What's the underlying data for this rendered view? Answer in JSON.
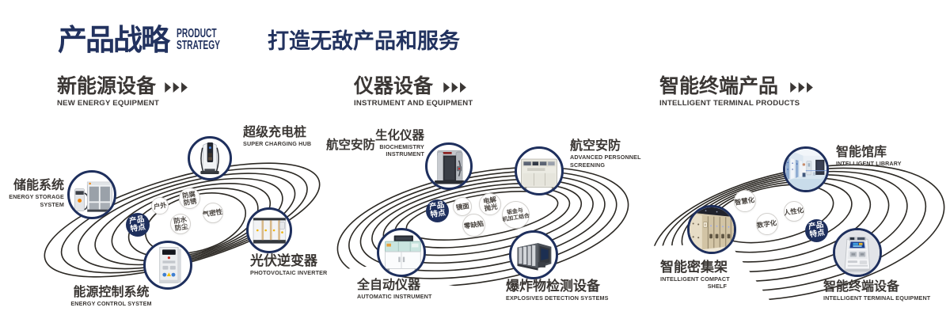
{
  "colors": {
    "navy": "#1e2f5d",
    "header_navy": "#22325f",
    "dark_text": "#3b3735",
    "ring_line": "#2e2a26",
    "bubble_border": "#d2d0cd",
    "bubble_text": "#57524d",
    "accent_orange": "#f08300"
  },
  "header": {
    "title": "产品战略",
    "subtitle_line1": "PRODUCT",
    "subtitle_line2": "STRATEGY",
    "slogan": "打造无敌产品和服务"
  },
  "sections": [
    {
      "title": "新能源设备",
      "subtitle": "NEW ENERGY EQUIPMENT",
      "feature": {
        "line1": "产品",
        "line2": "特点"
      },
      "bubbles": [
        {
          "line1": "户外",
          "line2": ""
        },
        {
          "line1": "防腐",
          "line2": "防锈"
        },
        {
          "line1": "气密性",
          "line2": ""
        },
        {
          "line1": "防水",
          "line2": "防尘"
        }
      ],
      "products": [
        {
          "name": "储能系统",
          "en1": "ENERGY STORAGE",
          "en2": "SYSTEM"
        },
        {
          "name": "超级充电桩",
          "en1": "SUPER CHARGING HUB",
          "en2": ""
        },
        {
          "name": "光伏逆变器",
          "en1": "PHOTOVOLTAIC INVERTER",
          "en2": ""
        },
        {
          "name": "能源控制系统",
          "en1": "ENERGY CONTROL SYSTEM",
          "en2": ""
        }
      ]
    },
    {
      "title": "仪器设备",
      "subtitle": "INSTRUMENT AND EQUIPMENT",
      "side_label": "航空安防",
      "feature": {
        "line1": "产品",
        "line2": "特点"
      },
      "bubbles": [
        {
          "line1": "镜面",
          "line2": ""
        },
        {
          "line1": "电解",
          "line2": "抛光"
        },
        {
          "line1": "零缺陷",
          "line2": ""
        },
        {
          "line1": "钣金与",
          "line2": "机加工结合"
        }
      ],
      "products": [
        {
          "name": "生化仪器",
          "en1": "BIOCHEMISTRY",
          "en2": "INSTRUMENT"
        },
        {
          "name": "航空安防",
          "en1": "ADVANCED PERSONNEL",
          "en2": "SCREENING"
        },
        {
          "name": "全自动仪器",
          "en1": "AUTOMATIC INSTRUMENT",
          "en2": ""
        },
        {
          "name": "爆炸物检测设备",
          "en1": "EXPLOSIVES DETECTION SYSTEMS",
          "en2": ""
        }
      ]
    },
    {
      "title": "智能终端产品",
      "subtitle": "INTELLIGENT TERMINAL PRODUCTS",
      "feature": {
        "line1": "产品",
        "line2": "特点"
      },
      "bubbles": [
        {
          "line1": "智慧化",
          "line2": ""
        },
        {
          "line1": "数字化",
          "line2": ""
        },
        {
          "line1": "人性化",
          "line2": ""
        }
      ],
      "products": [
        {
          "name": "智能馆库",
          "en1": "INTELLIGENT LIBRARY",
          "en2": ""
        },
        {
          "name": "智能密集架",
          "en1": "INTELLIGENT COMPACT",
          "en2": "SHELF"
        },
        {
          "name": "智能终端设备",
          "en1": "INTELLIGENT TERMINAL EQUIPMENT",
          "en2": ""
        }
      ]
    }
  ]
}
